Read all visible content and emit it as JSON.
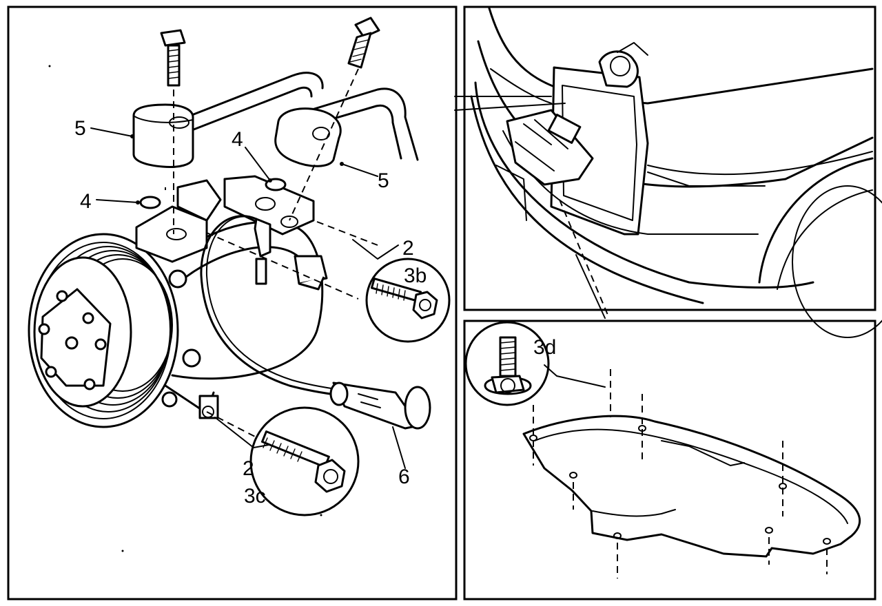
{
  "callouts": {
    "c5_left": "5",
    "c5_right": "5",
    "c4_top": "4",
    "c4_left": "4",
    "c2_upper": "2",
    "c3b": "3b",
    "c2_lower": "2",
    "c3c": "3c",
    "c6": "6",
    "c3d": "3d"
  },
  "icons": {
    "bolt": "hex-bolt-icon"
  }
}
